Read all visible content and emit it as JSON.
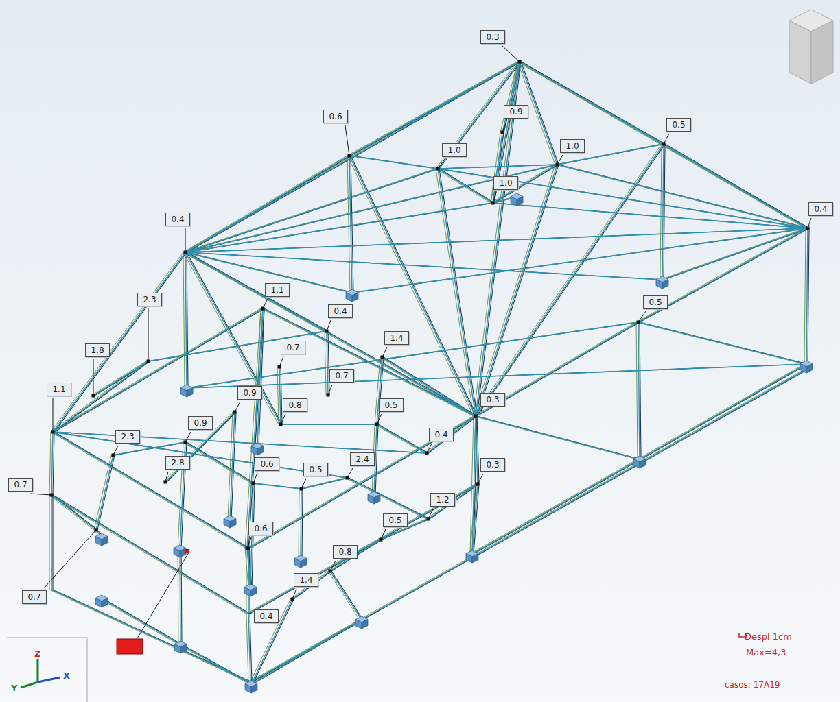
{
  "diagram": {
    "labels": [
      "0.3",
      "0.6",
      "0.9",
      "1.0",
      "1.0",
      "0.5",
      "1.0",
      "0.4",
      "0.4",
      "1.1",
      "2.3",
      "0.4",
      "0.5",
      "1.4",
      "1.8",
      "0.7",
      "0.7",
      "1.1",
      "0.3",
      "0.9",
      "0.8",
      "0.5",
      "0.9",
      "2.3",
      "0.4",
      "2.8",
      "0.6",
      "0.5",
      "2.4",
      "0.3",
      "0.7",
      "1.2",
      "0.5",
      "0.6",
      "0.8",
      "1.4",
      "0.7",
      "0.4",
      "Despl 1cm",
      "Max=4,3",
      "casos: 17A19",
      "Z",
      "Y",
      "X"
    ]
  }
}
